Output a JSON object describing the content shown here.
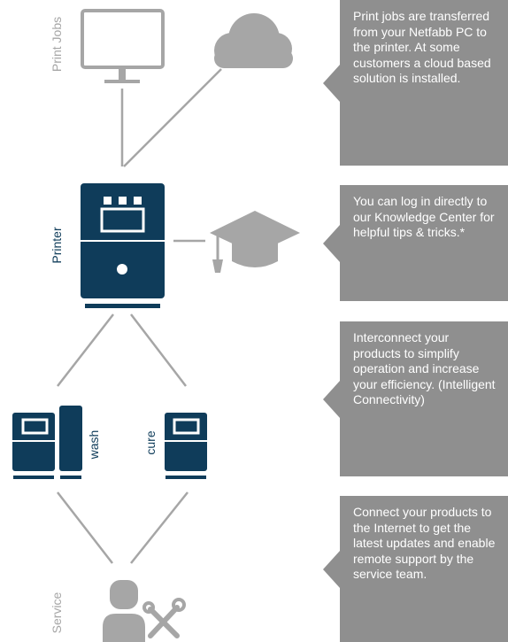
{
  "labels": {
    "print_jobs": "Print Jobs",
    "printer": "Printer",
    "service": "Service",
    "wash": "wash",
    "cure": "cure"
  },
  "callouts": [
    {
      "text": "Print jobs are transferred from your Netfabb PC to the printer. At some customers a cloud based solution is installed."
    },
    {
      "text": "You can log in directly to our Knowledge Center for helpful tips & tricks.*"
    },
    {
      "text": "Interconnect your products to simplify operation and increase your efficiency. (Intelligent Connectivity)"
    },
    {
      "text": "Connect your products to the Internet to get the latest updates and enable remote support by the service team."
    }
  ],
  "icons": {
    "monitor": "monitor-icon",
    "cloud": "cloud-icon",
    "printer": "printer-icon",
    "graduation_cap": "graduation-cap-icon",
    "wash_unit": "wash-unit-icon",
    "cure_unit": "cure-unit-icon",
    "service_person": "service-person-icon",
    "tools": "tools-icon"
  },
  "colors": {
    "primary_navy": "#0f3c5a",
    "gray": "#8f8f8f",
    "line_gray": "#a6a6a6",
    "text_white": "#ffffff"
  }
}
